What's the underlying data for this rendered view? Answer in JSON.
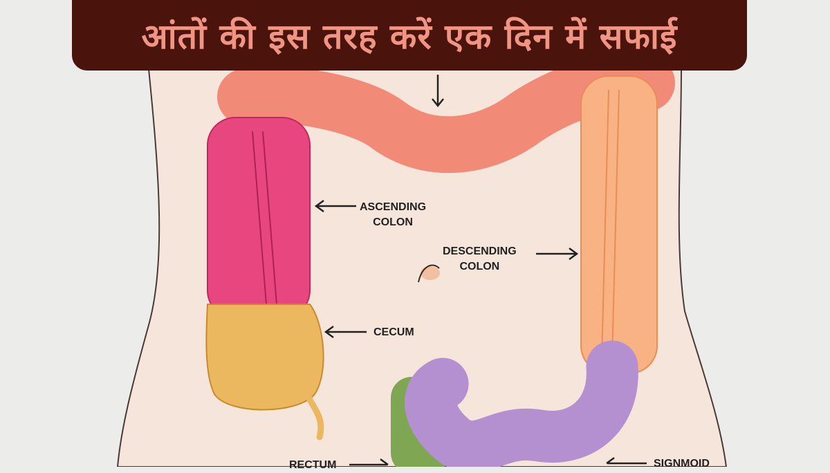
{
  "title": "आंतों की इस तरह करें एक दिन में सफाई",
  "labels": {
    "ascending": [
      "ASCENDING",
      "COLON"
    ],
    "descending": [
      "DESCENDING",
      "COLON"
    ],
    "cecum": "CECUM",
    "rectum": "RECTUM",
    "sigmoid": "SIGNMOID"
  },
  "colors": {
    "transverse": "#f28a78",
    "ascending": "#e8467f",
    "cecum": "#ebb860",
    "descending": "#f9b283",
    "sigmoid": "#b590d0",
    "rectum": "#7fa653"
  }
}
